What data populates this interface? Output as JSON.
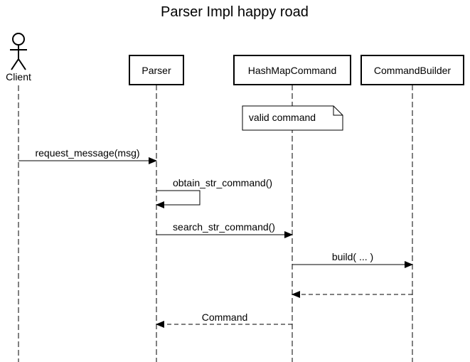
{
  "diagram": {
    "title": "Parser Impl happy road",
    "actor": {
      "label": "Client"
    },
    "participants": [
      {
        "id": "parser",
        "label": "Parser"
      },
      {
        "id": "hashmap",
        "label": "HashMapCommand"
      },
      {
        "id": "builder",
        "label": "CommandBuilder"
      }
    ],
    "note": {
      "text": "valid command",
      "attached_to": "hashmap"
    },
    "messages": [
      {
        "from": "client",
        "to": "parser",
        "label": "request_message(msg)",
        "style": "solid"
      },
      {
        "from": "parser",
        "to": "parser",
        "label": "obtain_str_command()",
        "style": "solid"
      },
      {
        "from": "parser",
        "to": "hashmap",
        "label": "search_str_command()",
        "style": "solid"
      },
      {
        "from": "hashmap",
        "to": "builder",
        "label": "build( ... )",
        "style": "solid"
      },
      {
        "from": "builder",
        "to": "hashmap",
        "label": "",
        "style": "dashed"
      },
      {
        "from": "hashmap",
        "to": "parser",
        "label": "Command",
        "style": "dashed"
      }
    ]
  }
}
